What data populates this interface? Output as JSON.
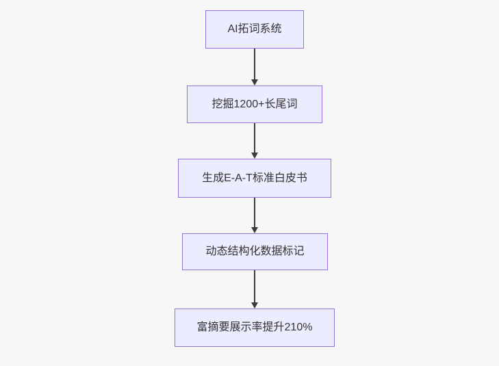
{
  "colors": {
    "bg": "#f7f7f7",
    "node-fill": "#ECECFF",
    "node-border": "#9370DB",
    "text-color": "#333333",
    "edge-color": "#3b3b3b"
  },
  "flowchart": {
    "type": "flowchart",
    "direction": "top-down",
    "nodes": [
      {
        "id": "A",
        "label": "AI拓词系统"
      },
      {
        "id": "B",
        "label": "挖掘1200+长尾词"
      },
      {
        "id": "C",
        "label": "生成E-A-T标准白皮书"
      },
      {
        "id": "D",
        "label": "动态结构化数据标记"
      },
      {
        "id": "E",
        "label": "富摘要展示率提升210%"
      }
    ],
    "edges": [
      {
        "from": "A",
        "to": "B",
        "style": "solid-arrow"
      },
      {
        "from": "B",
        "to": "C",
        "style": "solid-arrow"
      },
      {
        "from": "C",
        "to": "D",
        "style": "solid-arrow"
      },
      {
        "from": "D",
        "to": "E",
        "style": "solid-arrow"
      }
    ]
  }
}
